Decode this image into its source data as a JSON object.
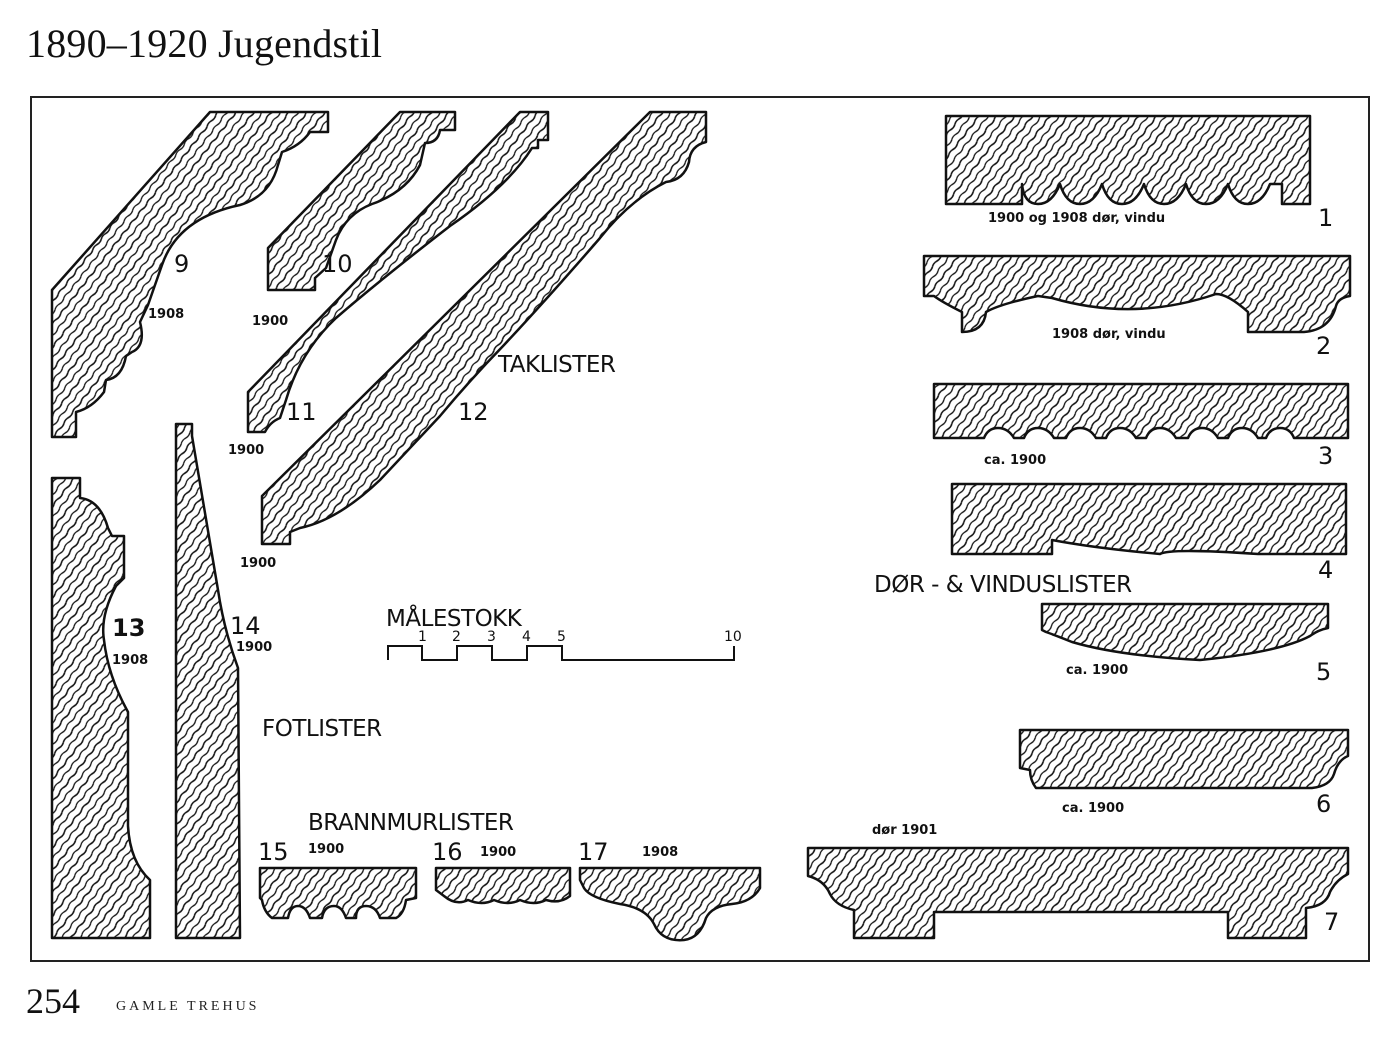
{
  "header": {
    "title": "1890–1920 Jugendstil"
  },
  "footer": {
    "page_number": "254",
    "book_title": "GAMLE TREHUS"
  },
  "sections": {
    "taklister": "TAKLISTER",
    "dor_vinduslister": "DØR - & VINDUSLISTER",
    "fotlister": "FOTLISTER",
    "brannmurlister": "BRANNMURLISTER",
    "malestokk": "MÅLESTOKK"
  },
  "scale": {
    "ticks": [
      "1",
      "2",
      "3",
      "4",
      "5",
      "10"
    ]
  },
  "profiles": [
    {
      "number": "1",
      "caption": "1900 og 1908 dør, vindu"
    },
    {
      "number": "2",
      "caption": "1908 dør, vindu"
    },
    {
      "number": "3",
      "caption": "ca. 1900"
    },
    {
      "number": "4",
      "caption": ""
    },
    {
      "number": "5",
      "caption": "ca. 1900"
    },
    {
      "number": "6",
      "caption": "ca. 1900"
    },
    {
      "number": "7",
      "caption": "dør 1901"
    },
    {
      "number": "9",
      "caption": "1908"
    },
    {
      "number": "10",
      "caption": "1900"
    },
    {
      "number": "11",
      "caption": "1900"
    },
    {
      "number": "12",
      "caption": "1900"
    },
    {
      "number": "13",
      "caption": "1908"
    },
    {
      "number": "14",
      "caption": "1900"
    },
    {
      "number": "15",
      "caption": "1900"
    },
    {
      "number": "16",
      "caption": "1900"
    },
    {
      "number": "17",
      "caption": "1908"
    }
  ]
}
